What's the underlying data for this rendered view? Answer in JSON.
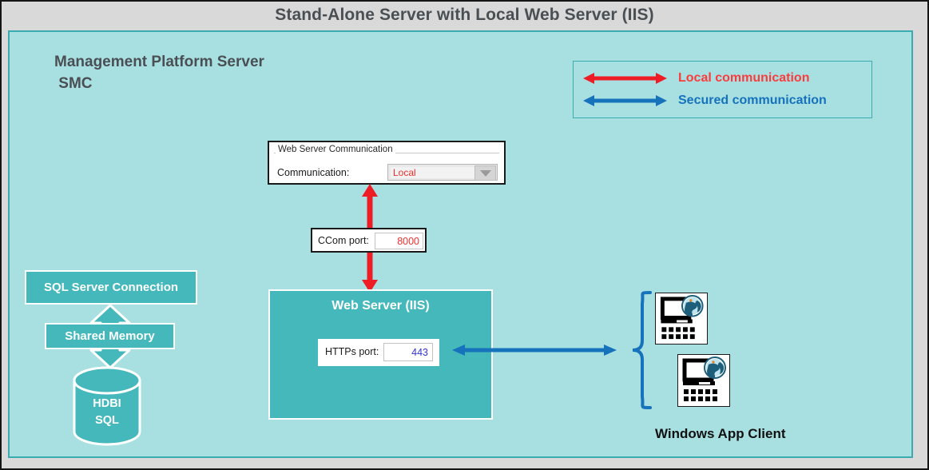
{
  "page": {
    "title": "Stand-Alone Server with Local Web Server (IIS)"
  },
  "diagram": {
    "server_group": {
      "heading_line1": "Management Platform Server",
      "heading_line2": " SMC"
    },
    "legend": {
      "items": [
        {
          "label": "Local communication",
          "color": "#fa3c3c",
          "arrow": "double-arrow-red-icon"
        },
        {
          "label": "Secured communication",
          "color": "#1572bb",
          "arrow": "double-arrow-blue-icon"
        }
      ]
    },
    "web_server_communication_dialog": {
      "group_title": "Web Server Communication",
      "field_label": "Communication:",
      "dropdown_value": "Local",
      "dropdown_value_color": "#f0302e",
      "dropdown_options": [
        "Local"
      ]
    },
    "ccom_port": {
      "label": "CCom port:",
      "value": "8000",
      "value_color": "#f0302e"
    },
    "web_server": {
      "title": "Web Server (IIS)",
      "https_port_label": "HTTPs port:",
      "https_port_value": "443",
      "https_port_color": "#3434d6",
      "fill": "#45b8bc"
    },
    "database_stack": {
      "sql_connection_label": "SQL Server Connection",
      "shared_memory_label": "Shared Memory",
      "database_line1": "HDBI",
      "database_line2": "SQL"
    },
    "clients": {
      "label": "Windows App Client",
      "icon_name": "computer-globe-icon",
      "count": 2
    },
    "colors": {
      "panel_fill": "#a8e0e2",
      "panel_border": "#3aacb0",
      "teal": "#45b8bc",
      "header_bg": "#d9d9d9",
      "title_text": "#4a4f54",
      "red": "#fa3c3c",
      "blue": "#1572bb"
    }
  }
}
